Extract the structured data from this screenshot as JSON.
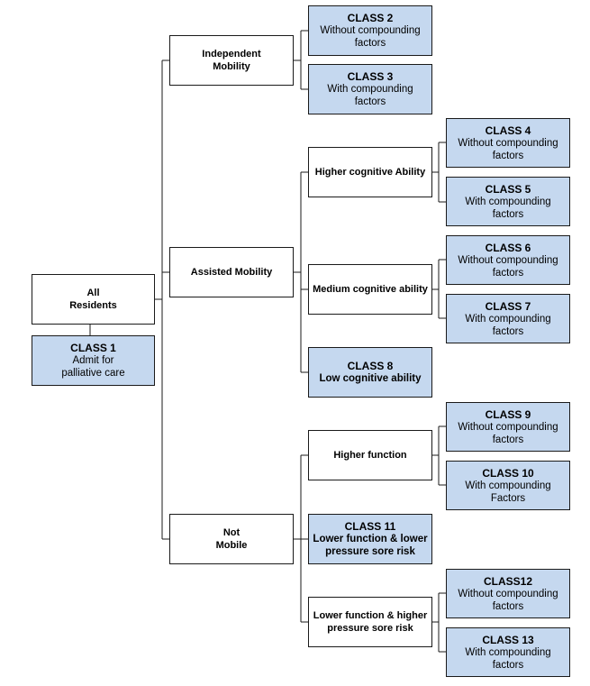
{
  "root": {
    "label": "All\nResidents",
    "class": {
      "title": "CLASS 1",
      "desc": "Admit for\npalliative care"
    }
  },
  "mobility": {
    "independent": "Independent\nMobility",
    "assisted": "Assisted Mobility",
    "not_mobile": "Not\nMobile"
  },
  "cognition": {
    "higher": "Higher cognitive Ability",
    "medium": "Medium cognitive ability"
  },
  "function": {
    "higher": "Higher function",
    "lower_higher_risk": "Lower function & higher\npressure sore risk"
  },
  "classes": {
    "c2": {
      "title": "CLASS 2",
      "desc": "Without compounding\nfactors"
    },
    "c3": {
      "title": "CLASS 3",
      "desc": "With compounding\nfactors"
    },
    "c4": {
      "title": "CLASS 4",
      "desc": "Without  compounding\nfactors"
    },
    "c5": {
      "title": "CLASS 5",
      "desc": "With compounding\nfactors"
    },
    "c6": {
      "title": "CLASS 6",
      "desc": "Without compounding\nfactors"
    },
    "c7": {
      "title": "CLASS 7",
      "desc": "With compounding\nfactors"
    },
    "c8": {
      "title": "CLASS 8",
      "desc": "Low cognitive ability"
    },
    "c9": {
      "title": "CLASS 9",
      "desc": "Without compounding\nfactors"
    },
    "c10": {
      "title": "CLASS 10",
      "desc": "With compounding\nFactors"
    },
    "c11": {
      "title": "CLASS 11",
      "desc": "Lower function & lower\npressure sore risk"
    },
    "c12": {
      "title": "CLASS12",
      "desc": "Without compounding\nfactors"
    },
    "c13": {
      "title": "CLASS 13",
      "desc": "With compounding\nfactors"
    }
  },
  "colors": {
    "class_fill": "#c5d8ef",
    "line": "#1a1a1a"
  }
}
